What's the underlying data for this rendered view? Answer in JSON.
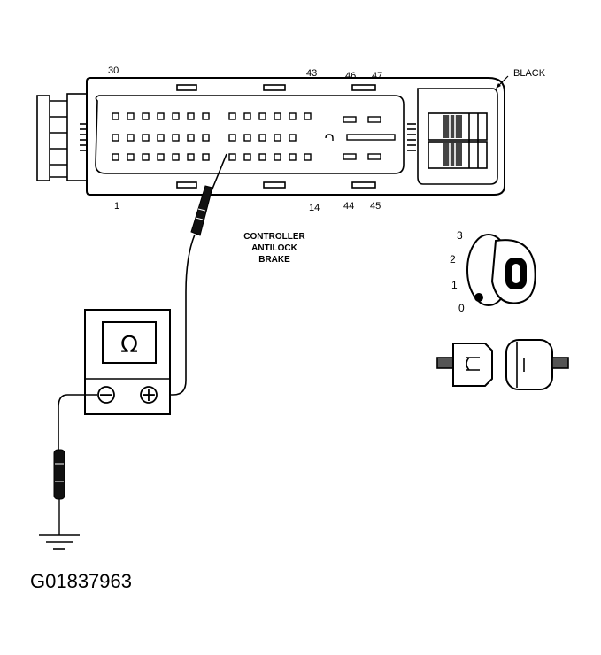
{
  "connector": {
    "pin_labels_top": [
      "30",
      "43",
      "46",
      "47"
    ],
    "pin_labels_bottom": [
      "1",
      "14",
      "44",
      "45"
    ],
    "color_label": "BLACK",
    "name_lines": [
      "CONTROLLER",
      "ANTILOCK",
      "BRAKE"
    ]
  },
  "ignition": {
    "positions": [
      "3",
      "2",
      "1",
      "0"
    ],
    "key_icon": "ignition-key-icon"
  },
  "meter": {
    "unit_symbol": "Ω",
    "minus_symbol": "−",
    "plus_symbol": "+"
  },
  "figure_code": "G01837963"
}
